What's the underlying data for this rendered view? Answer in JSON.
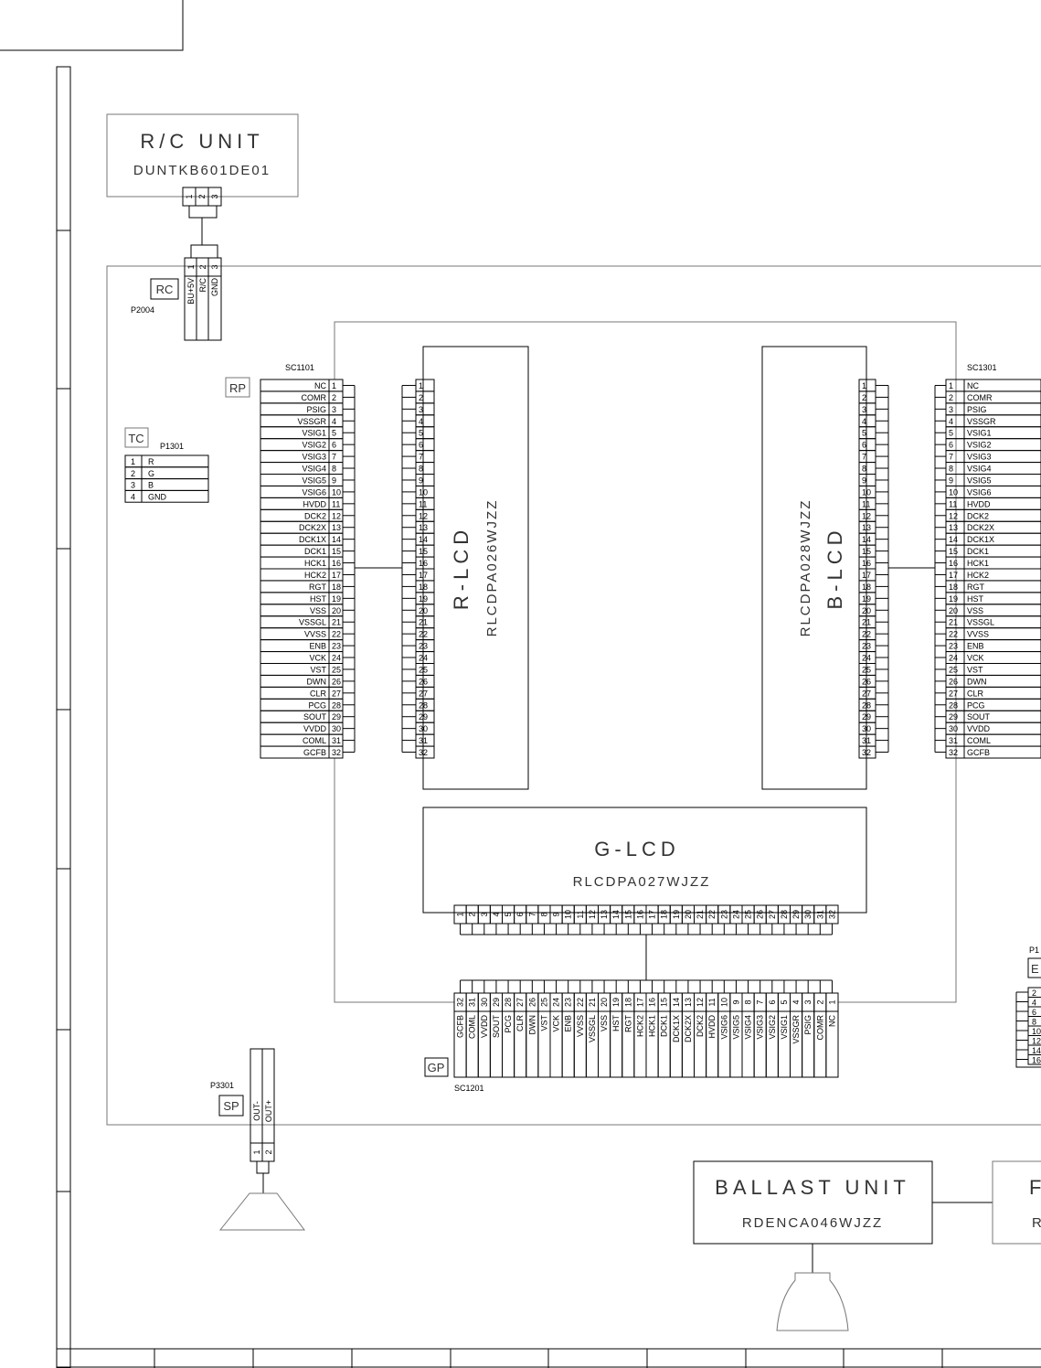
{
  "signals": [
    "NC",
    "COMR",
    "PSIG",
    "VSSGR",
    "VSIG1",
    "VSIG2",
    "VSIG3",
    "VSIG4",
    "VSIG5",
    "VSIG6",
    "HVDD",
    "DCK2",
    "DCK2X",
    "DCK1X",
    "DCK1",
    "HCK1",
    "HCK2",
    "RGT",
    "HST",
    "VSS",
    "VSSGL",
    "VVSS",
    "ENB",
    "VCK",
    "VST",
    "DWN",
    "CLR",
    "PCG",
    "SOUT",
    "VVDD",
    "COML",
    "GCFB"
  ],
  "rc_unit": {
    "title": "R/C UNIT",
    "part": "DUNTKB601DE01",
    "pins": [
      "1",
      "2",
      "3"
    ]
  },
  "rc_conn": {
    "tag": "RC",
    "ref": "P2004",
    "pins": [
      "1",
      "2",
      "3"
    ],
    "signals": [
      "BU+5V",
      "R/C",
      "GND"
    ]
  },
  "tc_conn": {
    "tag": "TC",
    "ref": "P1301",
    "rows": [
      [
        "1",
        "R"
      ],
      [
        "2",
        "G"
      ],
      [
        "3",
        "B"
      ],
      [
        "4",
        "GND"
      ]
    ]
  },
  "rp": {
    "tag": "RP",
    "ref": "SC1101"
  },
  "b_side": {
    "ref": "SC1301"
  },
  "gp": {
    "tag": "GP",
    "ref": "SC1201"
  },
  "r_lcd": {
    "name": "R-LCD",
    "part": "RLCDPA026WJZZ"
  },
  "b_lcd": {
    "name": "B-LCD",
    "part": "RLCDPA028WJZZ"
  },
  "g_lcd": {
    "name": "G-LCD",
    "part": "RLCDPA027WJZZ"
  },
  "sp": {
    "tag": "SP",
    "ref": "P3301",
    "pins": [
      "1",
      "2"
    ],
    "signals": [
      "OUT-",
      "OUT+"
    ]
  },
  "ballast": {
    "title": "BALLAST UNIT",
    "part": "RDENCA046WJZZ"
  },
  "partial_unit": {
    "title": "F",
    "part": "R"
  },
  "partial_conn": {
    "ref": "P1",
    "tag": "E",
    "pins": [
      "2",
      "4",
      "6",
      "8",
      "10",
      "12",
      "14",
      "16"
    ]
  }
}
